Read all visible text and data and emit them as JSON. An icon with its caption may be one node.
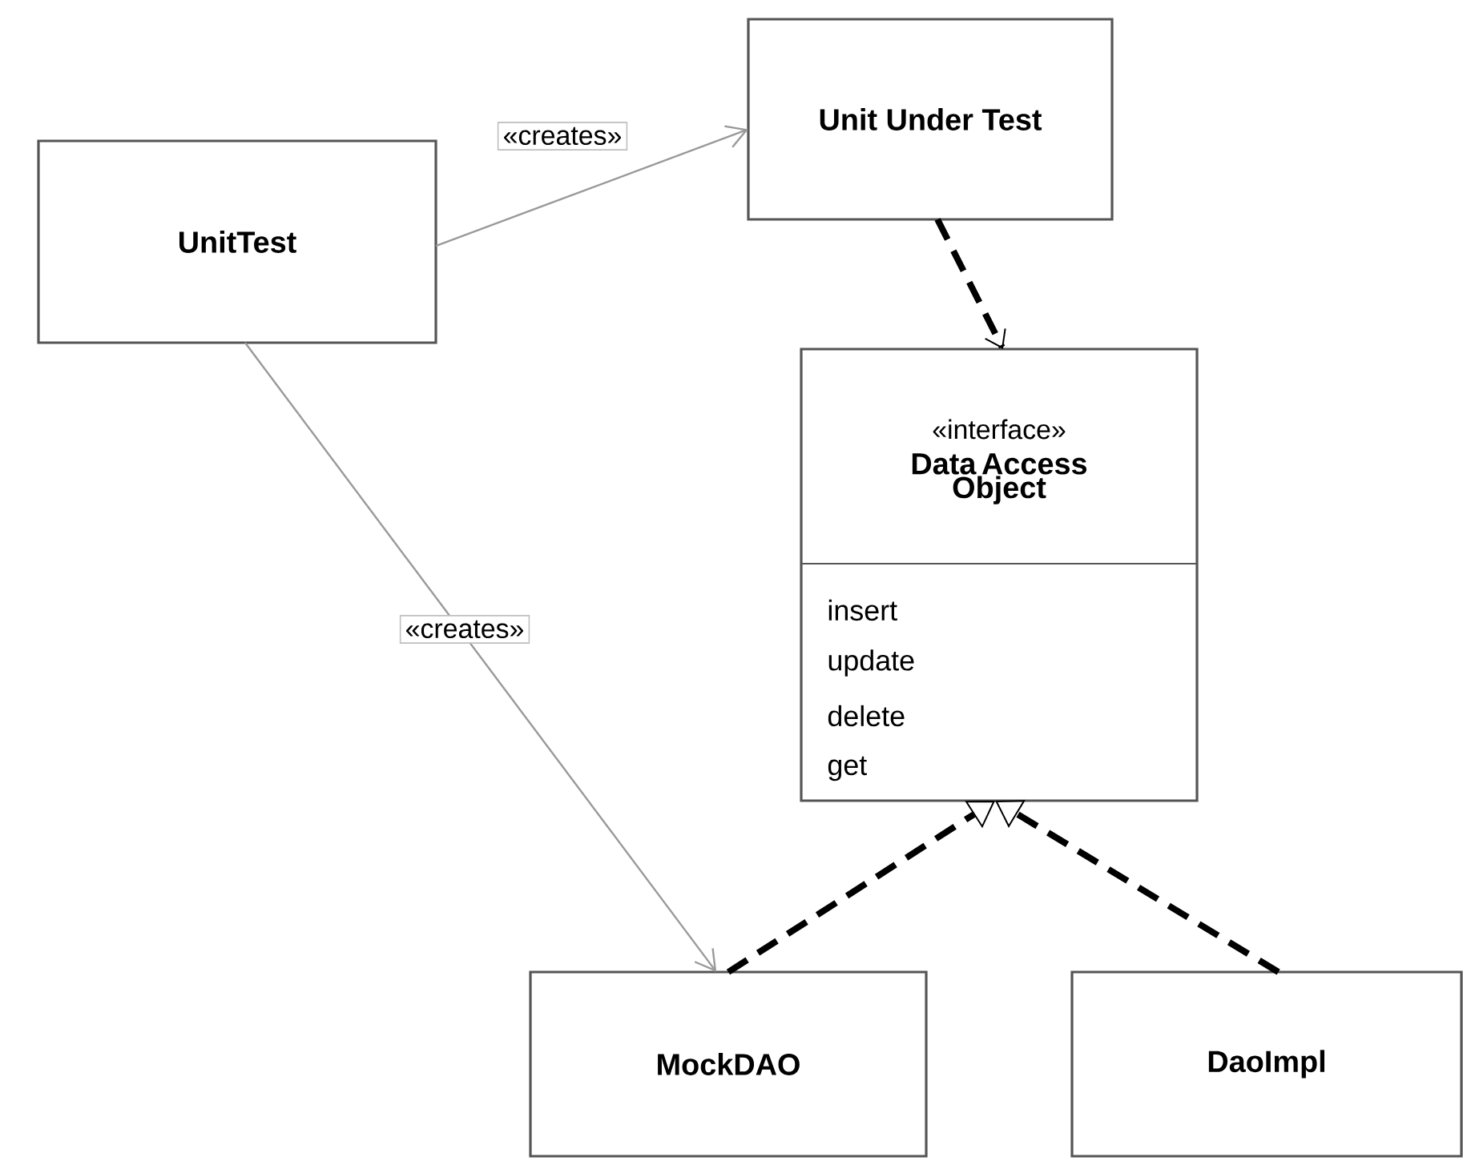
{
  "diagram": {
    "nodes": [
      {
        "text": [
          "UnitTest"
        ]
      },
      {
        "text": [
          "Unit Under Test"
        ]
      },
      {
        "text": [
          "«interface»",
          "Data Access Object",
          "insert",
          "update",
          "delete",
          "get"
        ]
      },
      {
        "text": [
          "MockDAO"
        ]
      },
      {
        "text": [
          "DaoImpl"
        ]
      }
    ],
    "edges": [
      {
        "from": 0,
        "to": 1,
        "arrow": "to",
        "label": "«creates»",
        "color": "#999999"
      },
      {
        "from": 0,
        "to": 3,
        "arrow": "to",
        "label": "«creates»",
        "color": "#999999"
      },
      {
        "from": 1,
        "to": 2,
        "arrow": "to",
        "style": "dashed"
      },
      {
        "from": 3,
        "to": 2,
        "arrow": "to",
        "style": "dashed"
      },
      {
        "from": 4,
        "to": 2,
        "arrow": "to",
        "style": "dashed"
      }
    ]
  }
}
